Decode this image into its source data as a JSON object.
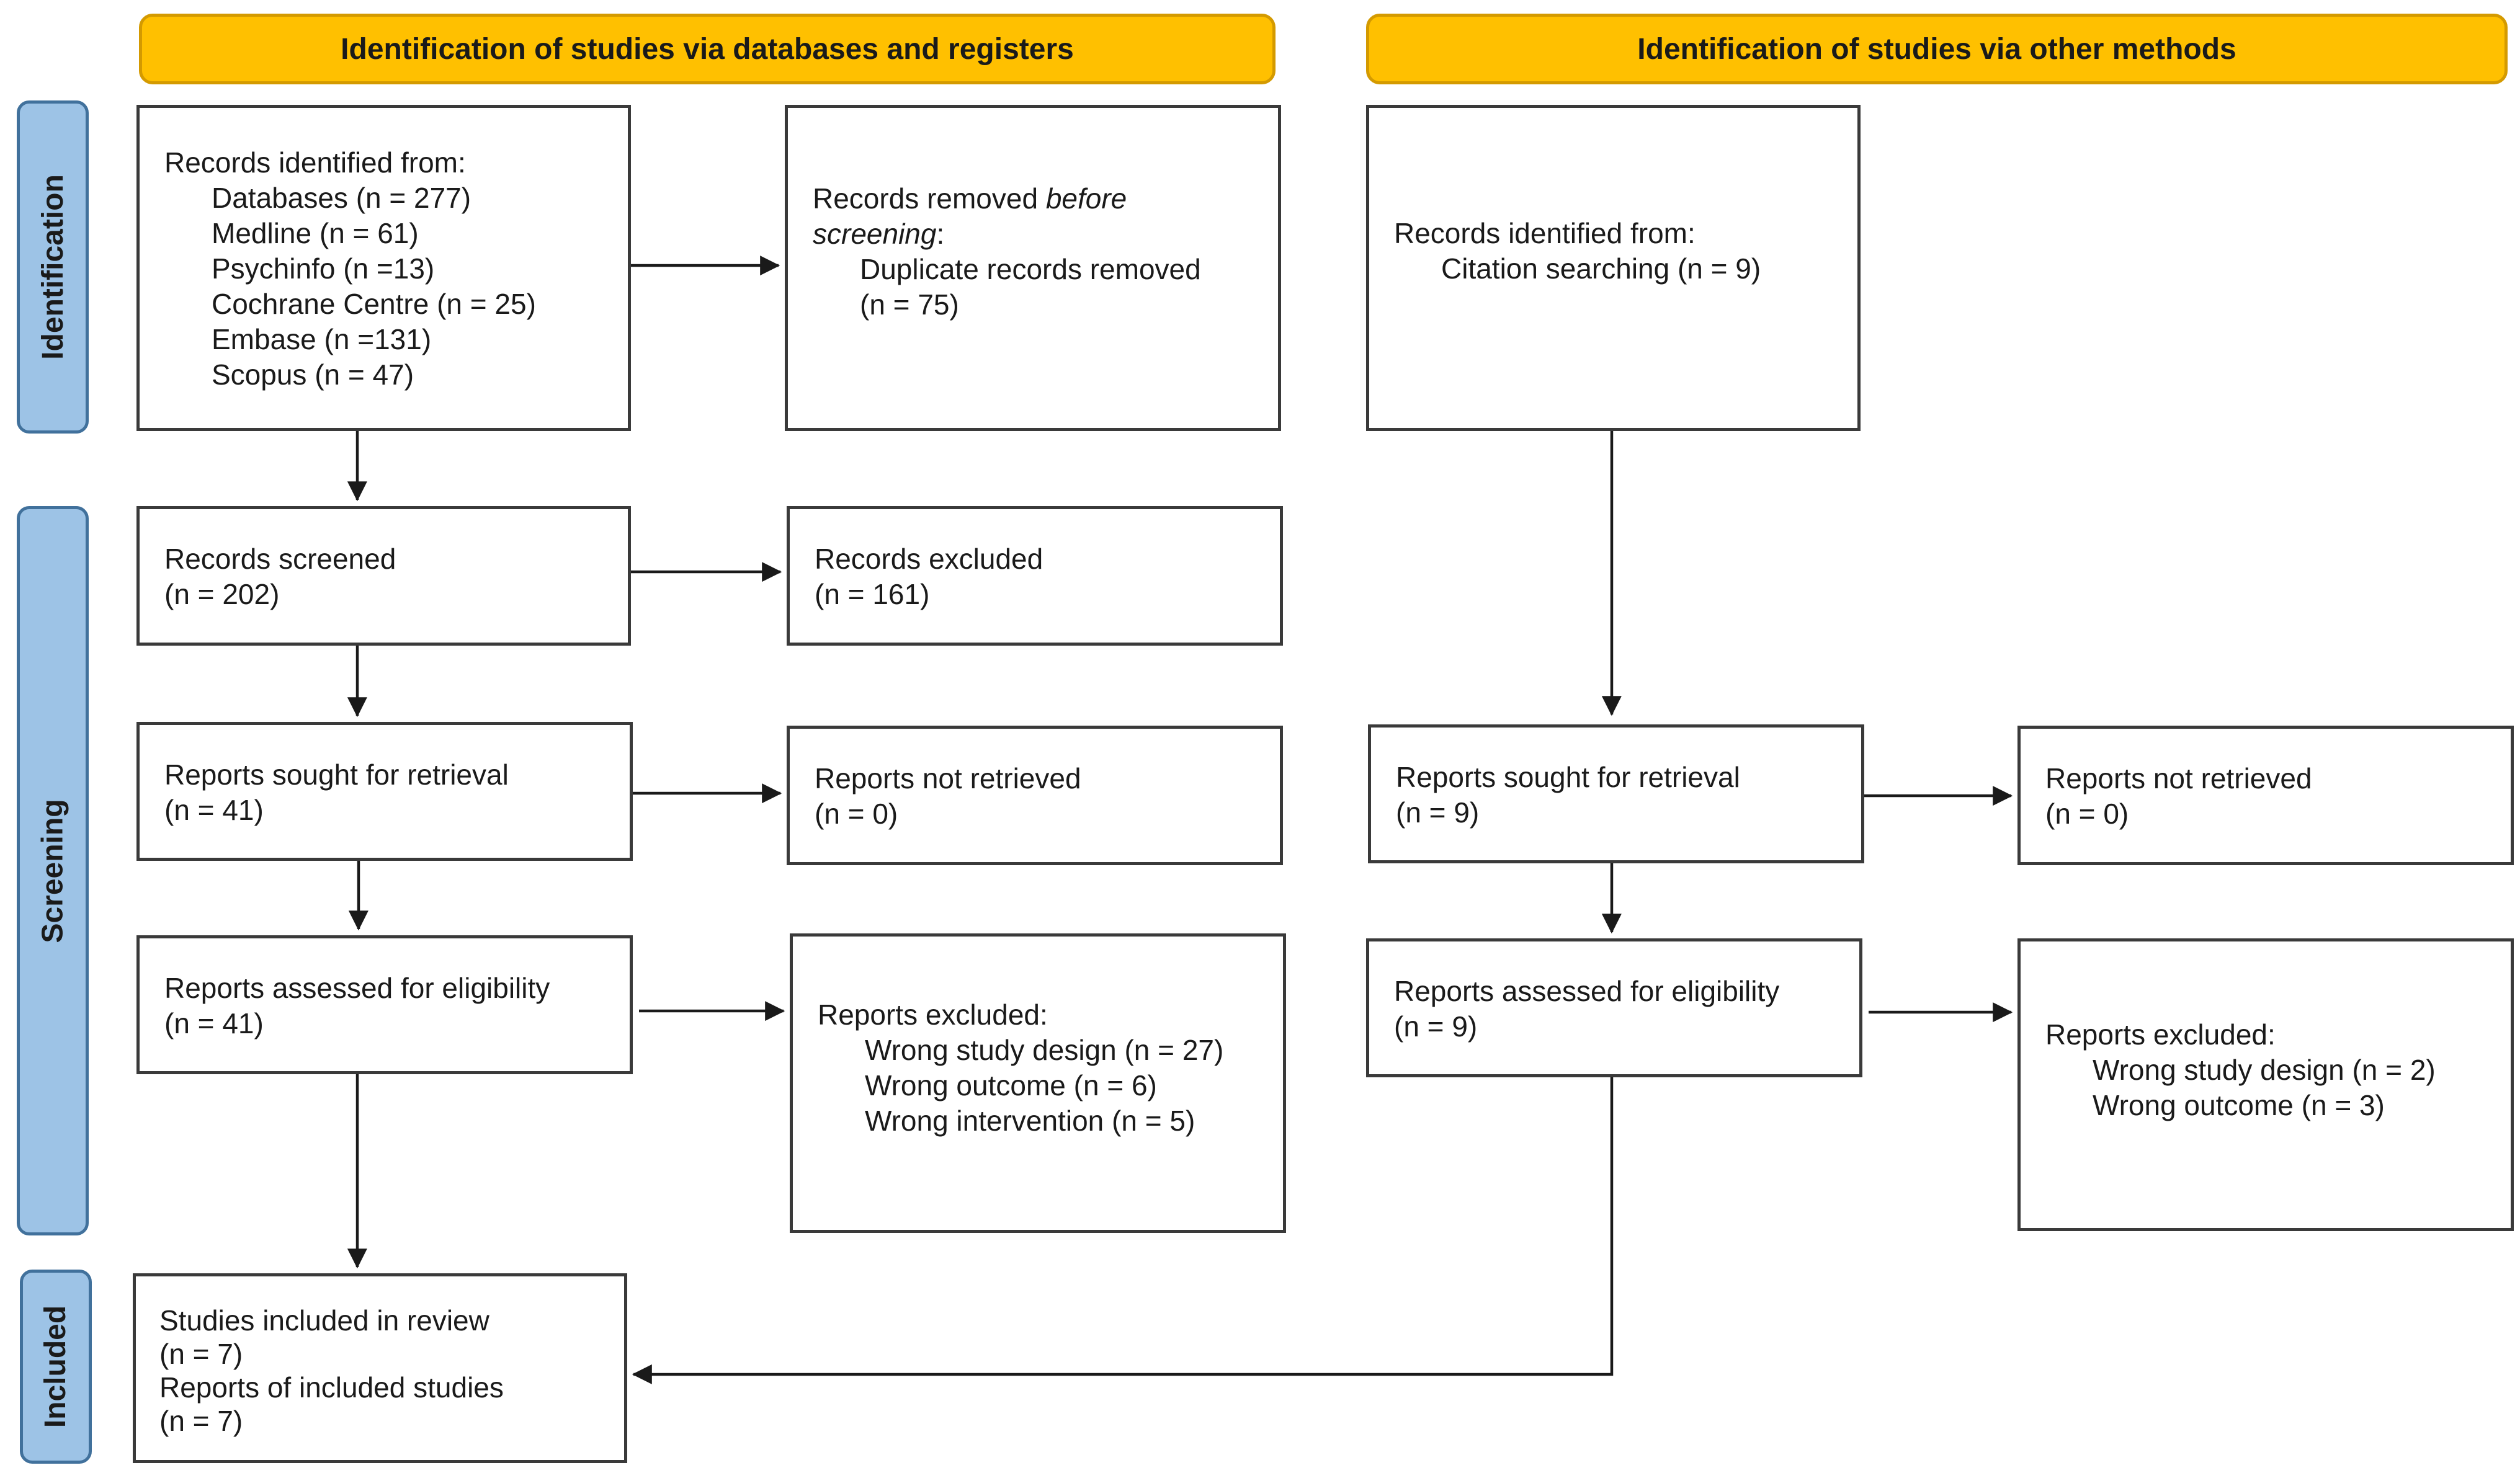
{
  "headers": {
    "left": "Identification of studies via databases and registers",
    "right": "Identification of studies via other methods"
  },
  "phases": {
    "identification": "Identification",
    "screening": "Screening",
    "included": "Included"
  },
  "db": {
    "identified": {
      "title": "Records identified from:",
      "lines": [
        "Databases (n = 277)",
        "Medline (n = 61)",
        "Psychinfo (n =13)",
        "Cochrane Centre (n = 25)",
        "Embase (n =131)",
        "Scopus (n = 47)"
      ]
    },
    "removed": {
      "prefix": "Records removed ",
      "italic1": "before",
      "italic2": "screening",
      "colon": ":",
      "line1": "Duplicate records removed",
      "line2": "(n = 75)"
    },
    "screened": {
      "title": "Records screened",
      "count": "(n = 202)"
    },
    "excluded": {
      "title": "Records excluded",
      "count": "(n = 161)"
    },
    "sought": {
      "title": "Reports sought for retrieval",
      "count": "(n = 41)"
    },
    "not_retrieved": {
      "title": "Reports not retrieved",
      "count": "(n = 0)"
    },
    "assessed": {
      "title": "Reports assessed for eligibility",
      "count": "(n = 41)"
    },
    "reports_excluded": {
      "title": "Reports excluded:",
      "lines": [
        "Wrong study design (n = 27)",
        "Wrong outcome (n = 6)",
        "Wrong intervention (n = 5)"
      ]
    },
    "included": {
      "line1": "Studies included in review",
      "line2": "(n = 7)",
      "line3": "Reports of included studies",
      "line4": "(n = 7)"
    }
  },
  "other": {
    "identified": {
      "title": "Records identified from:",
      "line1": "Citation searching (n = 9)"
    },
    "sought": {
      "title": "Reports sought for retrieval",
      "count": "(n = 9)"
    },
    "not_retrieved": {
      "title": "Reports not retrieved",
      "count": "(n = 0)"
    },
    "assessed": {
      "title": "Reports assessed for eligibility",
      "count": "(n = 9)"
    },
    "reports_excluded": {
      "title": "Reports excluded:",
      "lines": [
        "Wrong study design (n = 2)",
        "Wrong outcome (n = 3)"
      ]
    }
  },
  "colors": {
    "header_fill": "#ffc000",
    "phase_fill": "#9dc3e6",
    "box_border": "#3a3a3a"
  }
}
